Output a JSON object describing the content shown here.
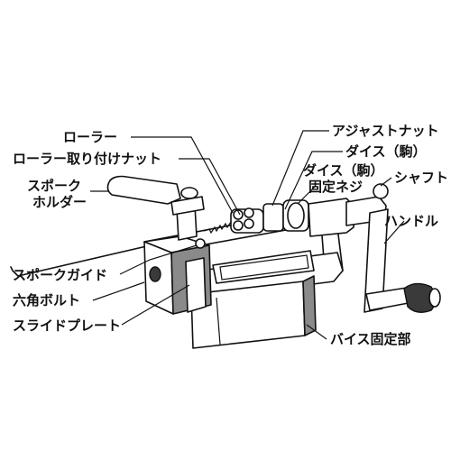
{
  "labels": {
    "roller": "ローラー",
    "roller_nut": "ローラー取り付けナット",
    "spoke_holder_1": "スポーク",
    "spoke_holder_2": "ホルダー",
    "spoke_guide": "スポークガイド",
    "hex_bolt": "六角ボルト",
    "slide_plate": "スライドプレート",
    "adjust_nut": "アジャストナット",
    "die": "ダイス（駒）",
    "die_screw_1": "ダイス（駒）",
    "die_screw_2": "固定ネジ",
    "shaft": "シャフト",
    "handle": "ハンドル",
    "vise_mount": "バイス固定部"
  }
}
